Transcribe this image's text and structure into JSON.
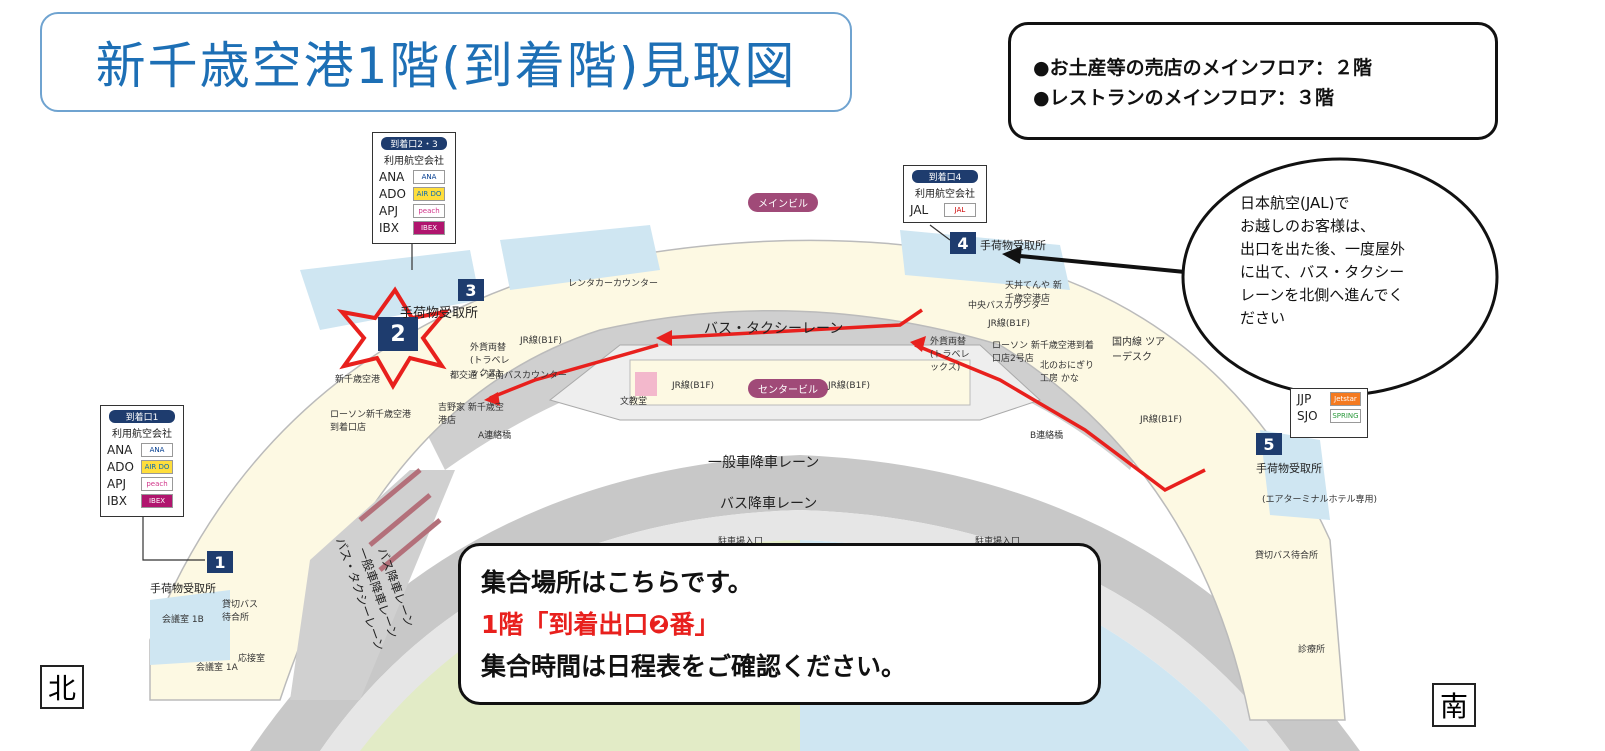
{
  "title": "新千歳空港1階(到着階)見取図",
  "info": {
    "lines": [
      "●お土産等の売店のメインフロア：２階",
      "●レストランのメインフロア：３階"
    ]
  },
  "bubble": {
    "lines": [
      "日本航空(JAL)で",
      "お越しのお客様は、",
      "出口を出た後、一度屋外",
      "に出て、バス・タクシー",
      "レーンを北側へ進んでく",
      "ださい"
    ]
  },
  "meeting": {
    "line1": "集合場所はこちらです。",
    "line2": "1階「到着出口❷番」",
    "line3": "集合時間は日程表をご確認ください。"
  },
  "compass": {
    "north": "北",
    "south": "南"
  },
  "buildings": {
    "main": "メインビル",
    "center": "センタービル"
  },
  "lanes": {
    "bus_taxi": "バス・タクシーレーン",
    "general_drop": "一般車降車レーン",
    "bus_drop": "バス降車レーン",
    "vertical_bus": "バス降車レーン",
    "vertical_general": "一般車降車レーン",
    "vertical_bustaxi": "バス・タクシーレーン"
  },
  "gates": [
    {
      "num": "1",
      "label": "手荷物受取所"
    },
    {
      "num": "2",
      "label": "手荷物受取所"
    },
    {
      "num": "3",
      "label": ""
    },
    {
      "num": "4",
      "label": "手荷物受取所"
    },
    {
      "num": "5",
      "label": "手荷物受取所"
    }
  ],
  "airline_cards": {
    "g23": {
      "head": "到着口2・3",
      "sub": "利用航空会社",
      "rows": [
        {
          "code": "ANA",
          "logo": "ANA"
        },
        {
          "code": "ADO",
          "logo": "AIR DO"
        },
        {
          "code": "APJ",
          "logo": "peach"
        },
        {
          "code": "IBX",
          "logo": "IBEX"
        }
      ]
    },
    "g1": {
      "head": "到着口1",
      "sub": "利用航空会社",
      "rows": [
        {
          "code": "ANA",
          "logo": "ANA"
        },
        {
          "code": "ADO",
          "logo": "AIR DO"
        },
        {
          "code": "APJ",
          "logo": "peach"
        },
        {
          "code": "IBX",
          "logo": "IBEX"
        }
      ]
    },
    "g4": {
      "head": "到着口4",
      "sub": "利用航空会社",
      "rows": [
        {
          "code": "JAL",
          "logo": "JAL"
        }
      ]
    },
    "g5": {
      "rows": [
        {
          "code": "JJP",
          "logo": "Jetstar"
        },
        {
          "code": "SJO",
          "logo": "SPRING"
        }
      ]
    }
  },
  "labels": {
    "rentacar": "レンタカーカウンター",
    "jr_b1f": "JR線(B1F)",
    "exchange": "外貨両替(トラベレックス)",
    "hokkaido_bus": "都交通・道南バスカウンター",
    "yoshinoya": "吉野家 新千歳空港店",
    "lawson1": "ローソン新千歳空港 到着口店",
    "newchitose": "新千歳空港",
    "a_bridge": "A連絡橋",
    "b_bridge": "B連絡橋",
    "bunkyodo": "文教堂",
    "tenya": "天丼てんや 新千歳空港店",
    "central_bus": "中央バスカウンター",
    "lawson2": "ローソン 新千歳空港到着口店2号店",
    "onigiri": "北のおにぎり 工房 かな",
    "tour_desk": "国内線 ツアーデスク",
    "hotel": "(エアターミナルホテル専用)",
    "charter_wait": "貸切バス待合所",
    "charter_wait2": "貸切バス 待合所",
    "clinic": "診療所",
    "meeting_room": "会議室 1B",
    "meeting_room_a": "会議室 1A",
    "reception": "応接室",
    "parking_in": "駐車場入口"
  },
  "colors": {
    "title_blue": "#1d6fb5",
    "route_red": "#e8201d",
    "gate_navy": "#1e3c6e",
    "floor_cream": "#fdf9e3",
    "water_blue": "#cfe6f2",
    "lane_gray": "#bdbdbd",
    "grass_green": "#e2ebc6"
  }
}
